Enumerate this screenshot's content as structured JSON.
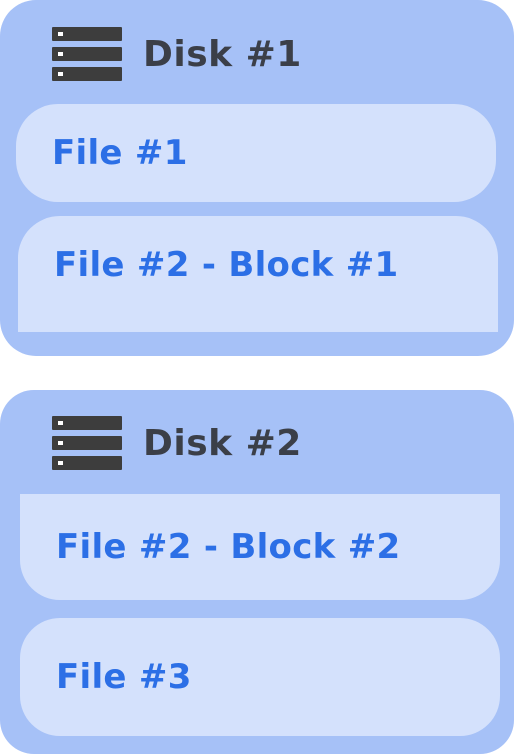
{
  "colors": {
    "disk_background": "#a6c1f7",
    "file_background": "#d4e1fc",
    "disk_label": "#3b3f48",
    "file_label": "#2c6fe6",
    "icon": "#3d3d3d"
  },
  "disks": [
    {
      "label": "Disk #1",
      "icon": "server-icon",
      "files": [
        {
          "label": "File #1"
        },
        {
          "label": "File #2 - Block #1"
        }
      ]
    },
    {
      "label": "Disk #2",
      "icon": "server-icon",
      "files": [
        {
          "label": "File #2 - Block #2"
        },
        {
          "label": "File #3"
        }
      ]
    }
  ]
}
